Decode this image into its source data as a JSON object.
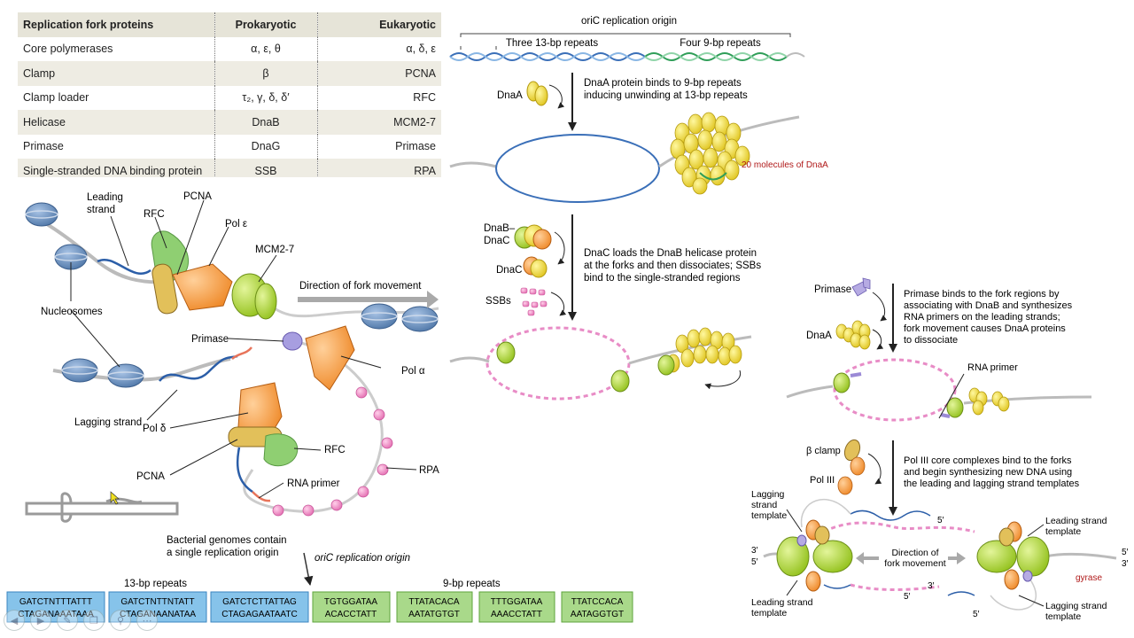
{
  "table": {
    "headers": [
      "Replication fork proteins",
      "Prokaryotic",
      "Eukaryotic"
    ],
    "rows": [
      [
        "Core polymerases",
        "α, ε, θ",
        "α, δ, ε"
      ],
      [
        "Clamp",
        "β",
        "PCNA"
      ],
      [
        "Clamp loader",
        "τ₂, γ, δ, δ′",
        "RFC"
      ],
      [
        "Helicase",
        "DnaB",
        "MCM2-7"
      ],
      [
        "Primase",
        "DnaG",
        "Primase"
      ],
      [
        "Single-stranded DNA binding protein",
        "SSB",
        "RPA"
      ]
    ]
  },
  "euk_fork": {
    "leading_strand": [
      "Leading",
      "strand"
    ],
    "rfc_top": "RFC",
    "pcna_top": "PCNA",
    "pol_e": "Pol ε",
    "mcm": "MCM2-7",
    "direction": "Direction of fork movement",
    "nucleosomes": "Nucleosomes",
    "primase": "Primase",
    "pol_a": "Pol α",
    "lagging_strand": "Lagging strand",
    "pol_d": "Pol δ",
    "rfc_bottom": "RFC",
    "pcna_bottom": "PCNA",
    "rna_primer": "RNA primer",
    "rpa": "RPA"
  },
  "genome": {
    "caption_line1": "Bacterial genomes contain",
    "caption_line2": "a single replication origin",
    "oric_label": "oriC replication origin",
    "label_13bp": "13-bp repeats",
    "label_9bp": "9-bp repeats",
    "blue_boxes": [
      {
        "top": "GATCTNTTTATTT",
        "bottom": "CTAGANAAATAAA"
      },
      {
        "top": "GATCTNTTNTATT",
        "bottom": "CTAGANAANATAA"
      },
      {
        "top": "GATCTCTTATTAG",
        "bottom": "CTAGAGAATAATC"
      }
    ],
    "green_boxes": [
      {
        "top": "TGTGGATAA",
        "bottom": "ACACCTATT"
      },
      {
        "top": "TTATACACA",
        "bottom": "AATATGTGT"
      },
      {
        "top": "TTTGGATAA",
        "bottom": "AAACCTATT"
      },
      {
        "top": "TTATCCACA",
        "bottom": "AATAGGTGT"
      }
    ]
  },
  "oric": {
    "title": "oriC replication origin",
    "left_label": "Three 13-bp repeats",
    "right_label": "Four 9-bp repeats",
    "dnaa": "DnaA",
    "step1_line1": "DnaA protein binds to 9-bp repeats",
    "step1_line2": "inducing unwinding at 13-bp repeats",
    "note_20": "20 molecules of DnaA",
    "dnab_line1": "DnaB–",
    "dnab_line2": "DnaC",
    "dnac": "DnaC",
    "ssbs": "SSBs",
    "step2_line1": "DnaC loads the DnaB helicase protein",
    "step2_line2": "at the forks and then dissociates; SSBs",
    "step2_line3": "bind to the single-stranded regions"
  },
  "primase_panel": {
    "primase": "Primase",
    "dnaa": "DnaA",
    "step3_line1": "Primase binds to the fork regions by",
    "step3_line2": "associating with DnaB and synthesizes",
    "step3_line3": "RNA primers on the leading strands;",
    "step3_line4": "fork movement causes DnaA proteins",
    "step3_line5": "to dissociate",
    "rna_primer": "RNA primer",
    "beta_clamp": "β clamp",
    "pol3": "Pol III",
    "step4_line1": "Pol III core complexes bind to the forks",
    "step4_line2": "and begin synthesizing new DNA using",
    "step4_line3": "the leading and lagging strand templates",
    "lagging_tmpl": [
      "Lagging",
      "strand",
      "template"
    ],
    "leading_tmpl_right": [
      "Leading strand",
      "template"
    ],
    "direction": [
      "Direction of",
      "fork movement"
    ],
    "leading_tmpl_left": [
      "Leading strand",
      "template"
    ],
    "lagging_tmpl_right": [
      "Lagging strand",
      "template"
    ],
    "gyrase": "gyrase",
    "prime5": "5′",
    "prime3": "3′"
  },
  "toolbar": {
    "icons": [
      "back-icon",
      "forward-icon",
      "pen-icon",
      "copy-icon",
      "zoom-icon",
      "more-icon"
    ],
    "glyphs": [
      "◀",
      "▶",
      "✎",
      "❐",
      "⚲",
      "⋯"
    ]
  }
}
